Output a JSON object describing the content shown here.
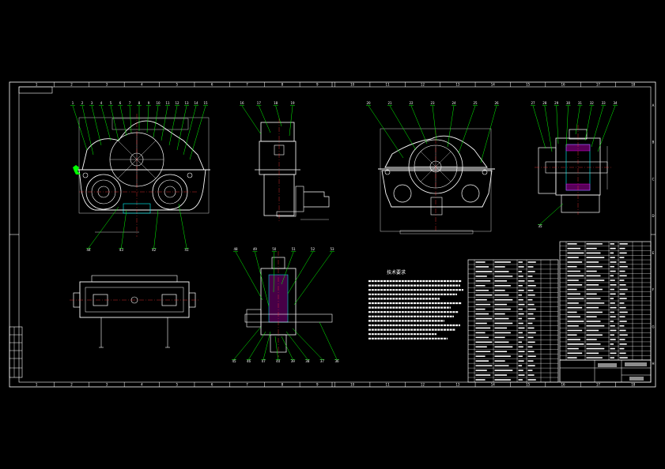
{
  "colors": {
    "background": "#000000",
    "frame": "#ffffff",
    "part_line": "#ffffff",
    "leader_line": "#00ff00",
    "hidden_line": "#ffff00",
    "centerline": "#ff3333",
    "detail": "#00ffff",
    "accent": "#ff00ff"
  },
  "drawing": {
    "zone_numbers_top": [
      "1",
      "2",
      "3",
      "4",
      "5",
      "6",
      "7",
      "8",
      "9",
      "10",
      "11",
      "12",
      "13",
      "14",
      "15",
      "16",
      "17",
      "18"
    ],
    "zone_numbers_bottom": [
      "1",
      "2",
      "3",
      "4",
      "5",
      "6",
      "7",
      "8",
      "9",
      "10",
      "11",
      "12",
      "13",
      "14",
      "15",
      "16",
      "17",
      "18"
    ],
    "zone_letters_right": [
      "A",
      "B",
      "C",
      "D",
      "E",
      "F",
      "G",
      "H"
    ],
    "front_view_callouts_top": [
      "1",
      "2",
      "3",
      "4",
      "5",
      "6",
      "7",
      "8",
      "9",
      "10",
      "11",
      "12",
      "13",
      "14",
      "15"
    ],
    "front_view_callouts_bottom": [
      "44",
      "43",
      "42",
      "41"
    ],
    "side_view_callouts_top": [
      "16",
      "17",
      "18",
      "19"
    ],
    "section_view_callouts_top": [
      "20",
      "21",
      "22",
      "23",
      "24",
      "25",
      "26"
    ],
    "end_view_callouts_top": [
      "27",
      "28",
      "29",
      "30",
      "31",
      "32",
      "33",
      "34"
    ],
    "end_view_callouts_bottom": [
      "35"
    ],
    "lower_section_callouts_top": [
      "48",
      "49",
      "50",
      "51",
      "52",
      "53"
    ],
    "lower_section_callouts_bottom": [
      "45",
      "46",
      "47",
      "40",
      "39",
      "38",
      "37",
      "36"
    ],
    "notes_title": "技术要求"
  }
}
